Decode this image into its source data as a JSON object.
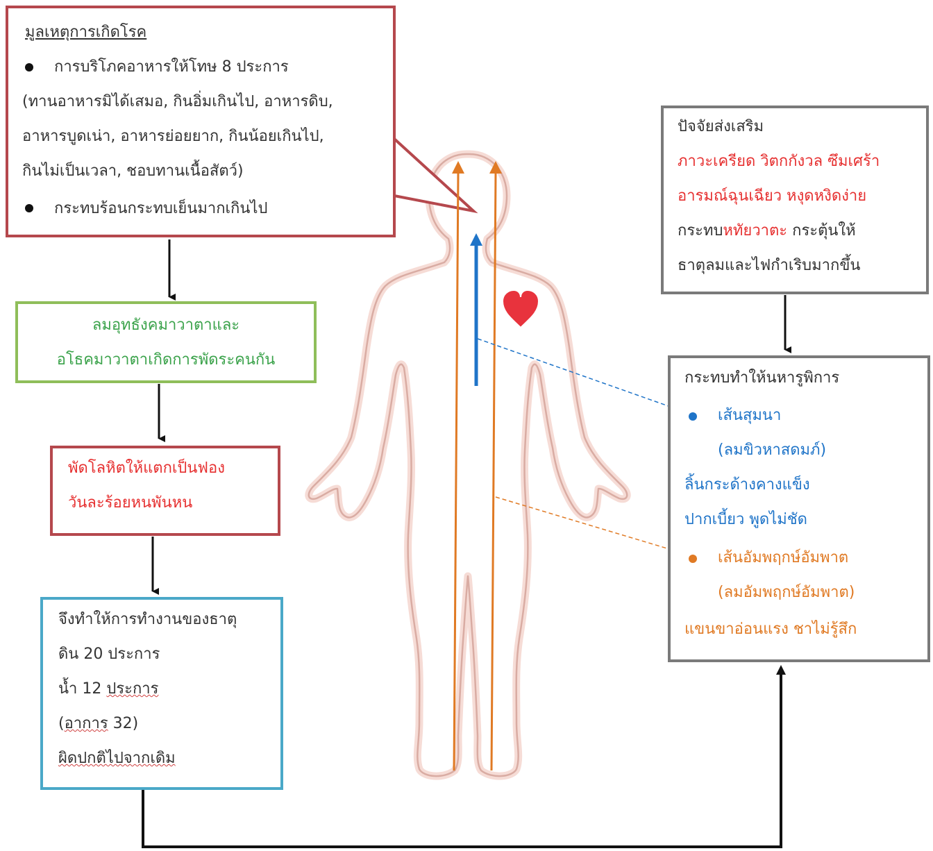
{
  "colors": {
    "cause_border": "#b5484d",
    "green": "#8fbe5a",
    "green_text": "#3aa24a",
    "red_text": "#e63030",
    "cyan_border": "#4aa8c8",
    "gray_border": "#7a7a7a",
    "blue": "#1f74c8",
    "orange": "#e07a24",
    "heart": "#e8333d",
    "body_outline": "#d9aca3"
  },
  "cause_box": {
    "title": "มูลเหตุการเกิดโรค",
    "bullet1": "การบริโภคอาหารให้โทษ 8 ประการ",
    "detail_line1": "(ทานอาหารมิได้เสมอ, กินอิ่มเกินไป, อาหารดิบ,",
    "detail_line2": "อาหารบูดเน่า, อาหารย่อยยาก, กินน้อยเกินไป,",
    "detail_line3": "กินไม่เป็นเวลา, ชอบทานเนื้อสัตว์)",
    "bullet2": "กระทบร้อนกระทบเย็นมากเกินไป"
  },
  "wind_box": {
    "line1": "ลมอุทธังคมาวาตาและ",
    "line2": "อโธคมาวาตาเกิดการพัดระคนกัน"
  },
  "blood_box": {
    "line1": "พัดโลหิตให้แตกเป็นฟอง",
    "line2": "วันละร้อยหนพันหน"
  },
  "element_box": {
    "line1": "จึงทำให้การทำงานของธาตุ",
    "line2": "ดิน 20 ประการ",
    "line3_a": "น้ำ 12 ",
    "line3_b": "ประการ",
    "line4_a": "(",
    "line4_b": "อาการ",
    "line4_c": " 32)",
    "line5": "ผิดปกติไปจากเดิม"
  },
  "factor_box": {
    "title": "ปัจจัยส่งเสริม",
    "red_line1": "ภาวะเครียด วิตกกังวล ซึมเศร้า",
    "red_line2": "อารมณ์ฉุนเฉียว หงุดหงิดง่าย",
    "line3_a": "กระทบ",
    "line3_b": "หทัยวาตะ",
    "line3_c": " กระตุ้นให้",
    "line4": "ธาตุลมและไฟกำเริบมากขึ้น"
  },
  "nerve_box": {
    "title": "กระทบทำให้นหารูพิการ",
    "sumana_name": "เส้นสุมนา",
    "sumana_wind": "(ลมขิวหาสดมภ์)",
    "sumana_symptom1": "ลิ้นกระด้างคางแข็ง",
    "sumana_symptom2": "ปากเบี้ยว พูดไม่ชัด",
    "ampa_name": "เส้นอัมพฤกษ์อัมพาต",
    "ampa_wind": "(ลมอัมพฤกษ์อัมพาต)",
    "ampa_symptom": "แขนขาอ่อนแรง ชาไม่รู้สึก"
  }
}
